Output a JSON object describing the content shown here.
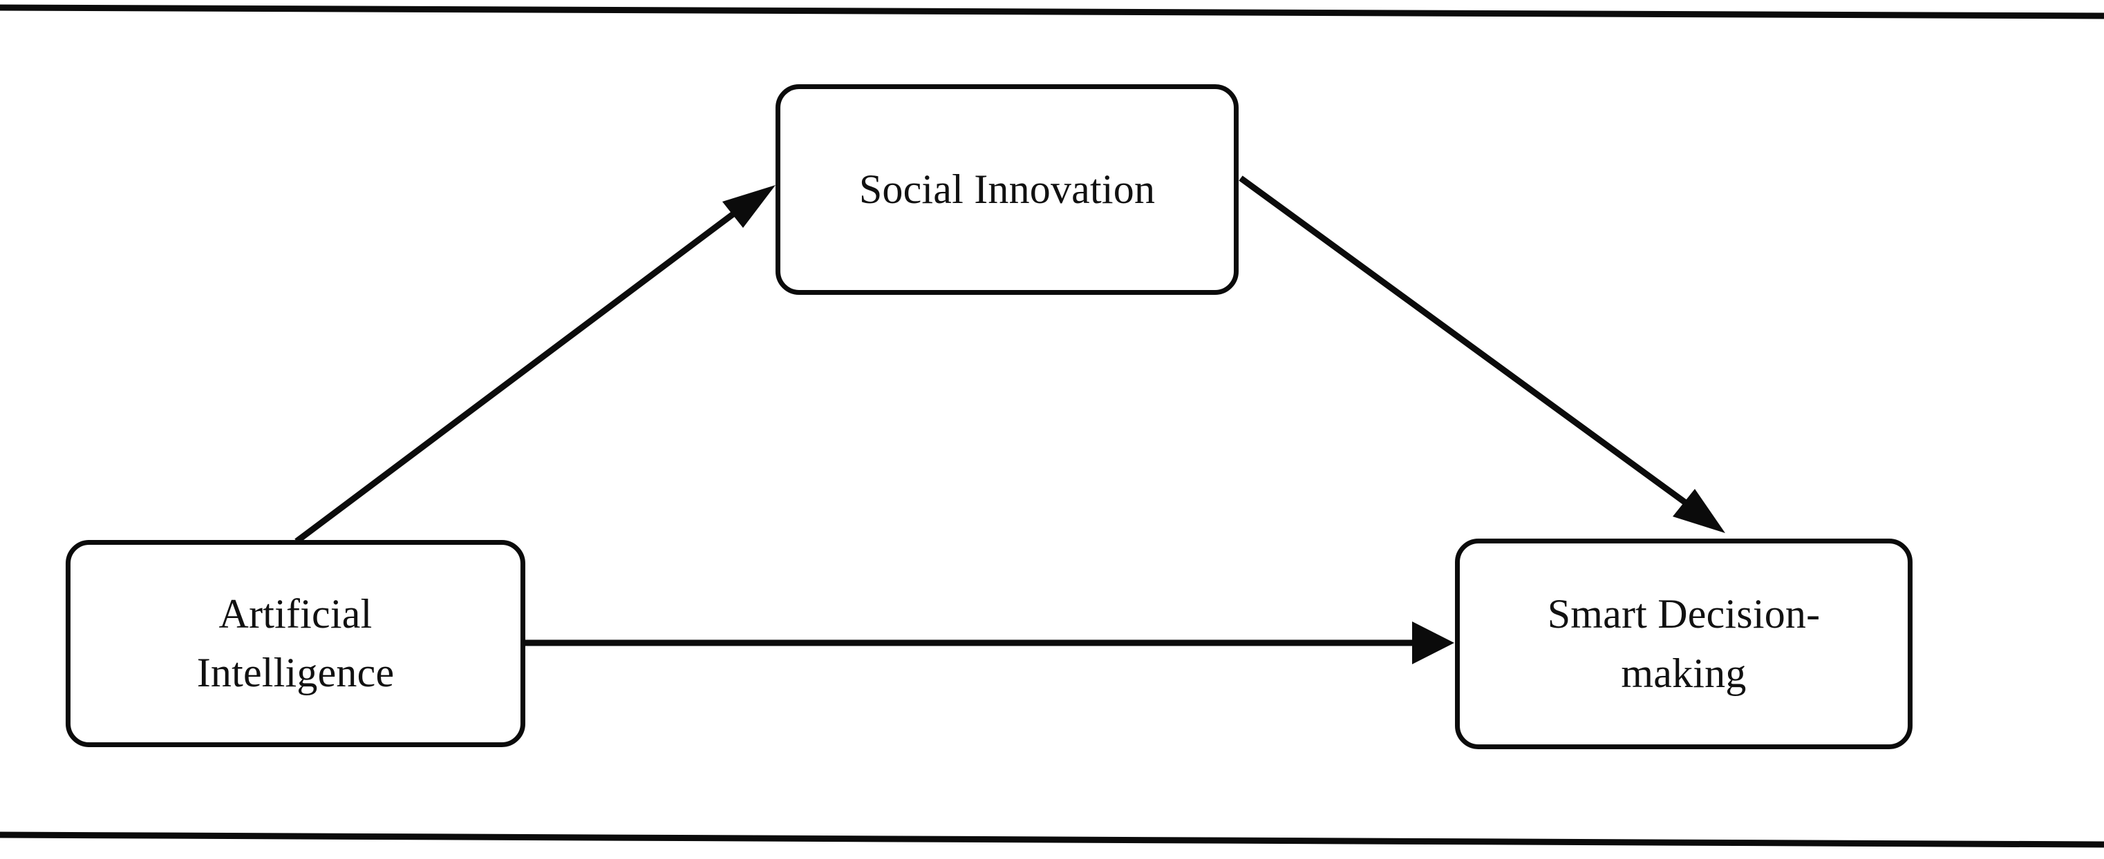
{
  "figure": {
    "title": "Conceptual mediation model diagram",
    "background_color": "#ffffff",
    "line_color": "#0b0b0b",
    "text_color": "#111111"
  },
  "rules": {
    "top": {
      "name": "top-rule"
    },
    "bottom": {
      "name": "bottom-rule"
    }
  },
  "nodes": [
    {
      "id": "social-innovation",
      "label": "Social Innovation",
      "role": "mediator"
    },
    {
      "id": "artificial-intelligence",
      "label": "Artificial\nIntelligence",
      "role": "independent-variable"
    },
    {
      "id": "smart-decision-making",
      "label": "Smart Decision-\nmaking",
      "role": "dependent-variable"
    }
  ],
  "edges": [
    {
      "id": "ai-to-social-innovation",
      "from": "artificial-intelligence",
      "to": "social-innovation",
      "arrowhead": "filled-triangle",
      "label": ""
    },
    {
      "id": "social-innovation-to-smart-decision-making",
      "from": "social-innovation",
      "to": "smart-decision-making",
      "arrowhead": "filled-triangle",
      "label": ""
    },
    {
      "id": "ai-to-smart-decision-making",
      "from": "artificial-intelligence",
      "to": "smart-decision-making",
      "arrowhead": "filled-triangle",
      "label": ""
    }
  ]
}
